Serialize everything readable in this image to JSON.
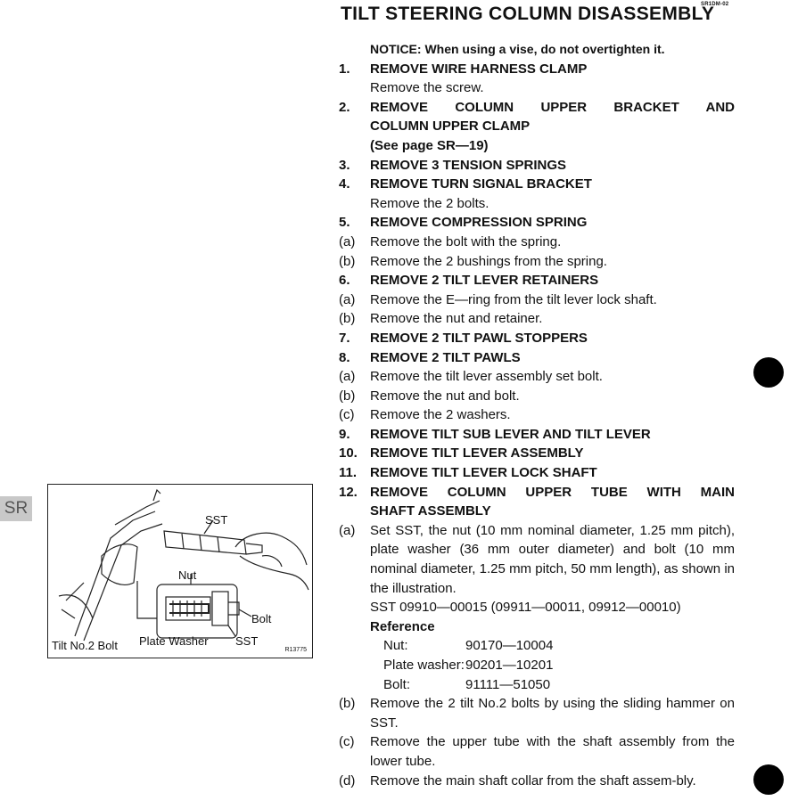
{
  "page": {
    "doc_code": "SR1DM-02",
    "title": "TILT STEERING COLUMN DISASSEMBLY",
    "side_tab": "SR"
  },
  "notice": "NOTICE: When using a vise, do not overtighten it.",
  "steps": [
    {
      "num": "1.",
      "title": "REMOVE WIRE HARNESS CLAMP",
      "desc": "Remove the screw."
    },
    {
      "num": "2.",
      "title": "REMOVE COLUMN UPPER BRACKET AND",
      "title2": "COLUMN UPPER CLAMP",
      "desc": "(See page SR—19)"
    },
    {
      "num": "3.",
      "title": "REMOVE 3 TENSION SPRINGS"
    },
    {
      "num": "4.",
      "title": "REMOVE TURN SIGNAL BRACKET",
      "desc": "Remove the 2 bolts."
    },
    {
      "num": "5.",
      "title": "REMOVE COMPRESSION SPRING",
      "subs": [
        {
          "lbl": "(a)",
          "text": "Remove the bolt with the spring."
        },
        {
          "lbl": "(b)",
          "text": "Remove the 2 bushings from the spring."
        }
      ]
    },
    {
      "num": "6.",
      "title": "REMOVE 2 TILT LEVER RETAINERS",
      "subs": [
        {
          "lbl": "(a)",
          "text": "Remove the E—ring from the tilt lever lock shaft."
        },
        {
          "lbl": "(b)",
          "text": "Remove the nut and retainer."
        }
      ]
    },
    {
      "num": "7.",
      "title": "REMOVE 2 TILT PAWL STOPPERS"
    },
    {
      "num": "8.",
      "title": "REMOVE 2 TILT PAWLS",
      "subs": [
        {
          "lbl": "(a)",
          "text": "Remove the tilt lever assembly set bolt."
        },
        {
          "lbl": "(b)",
          "text": "Remove the nut and bolt."
        },
        {
          "lbl": "(c)",
          "text": "Remove the 2 washers."
        }
      ]
    },
    {
      "num": "9.",
      "title": "REMOVE TILT SUB LEVER AND TILT LEVER"
    },
    {
      "num": "10.",
      "title": "REMOVE TILT LEVER ASSEMBLY"
    },
    {
      "num": "11.",
      "title": "REMOVE TILT LEVER LOCK SHAFT"
    },
    {
      "num": "12.",
      "title": "REMOVE COLUMN UPPER TUBE WITH MAIN",
      "title2": "SHAFT ASSEMBLY"
    }
  ],
  "step12": {
    "a_lbl": "(a)",
    "a_text": "Set SST, the nut (10 mm nominal diameter, 1.25 mm pitch), plate washer (36 mm outer diameter) and bolt (10 mm nominal diameter, 1.25 mm pitch, 50 mm length), as shown in the illustration.",
    "sst": "SST 09910—00015 (09911—00011, 09912—00010)",
    "reference_label": "Reference",
    "reference": [
      {
        "label": "Nut:",
        "value": "90170—10004"
      },
      {
        "label": "Plate washer:",
        "value": "90201—10201"
      },
      {
        "label": "Bolt:",
        "value": "91111—51050"
      }
    ],
    "b_lbl": "(b)",
    "b_text": "Remove the 2 tilt No.2 bolts by using the sliding hammer on SST.",
    "c_lbl": "(c)",
    "c_text": "Remove the upper tube with the shaft assembly from the lower tube.",
    "d_lbl": "(d)",
    "d_text": "Remove the main shaft collar from the shaft assem-bly."
  },
  "figure": {
    "labels": {
      "sst_top": "SST",
      "nut": "Nut",
      "bolt": "Bolt",
      "tilt_bolt": "Tilt No.2 Bolt",
      "plate_washer": "Plate Washer",
      "sst_bottom": "SST",
      "fig_code": "R13775"
    }
  }
}
